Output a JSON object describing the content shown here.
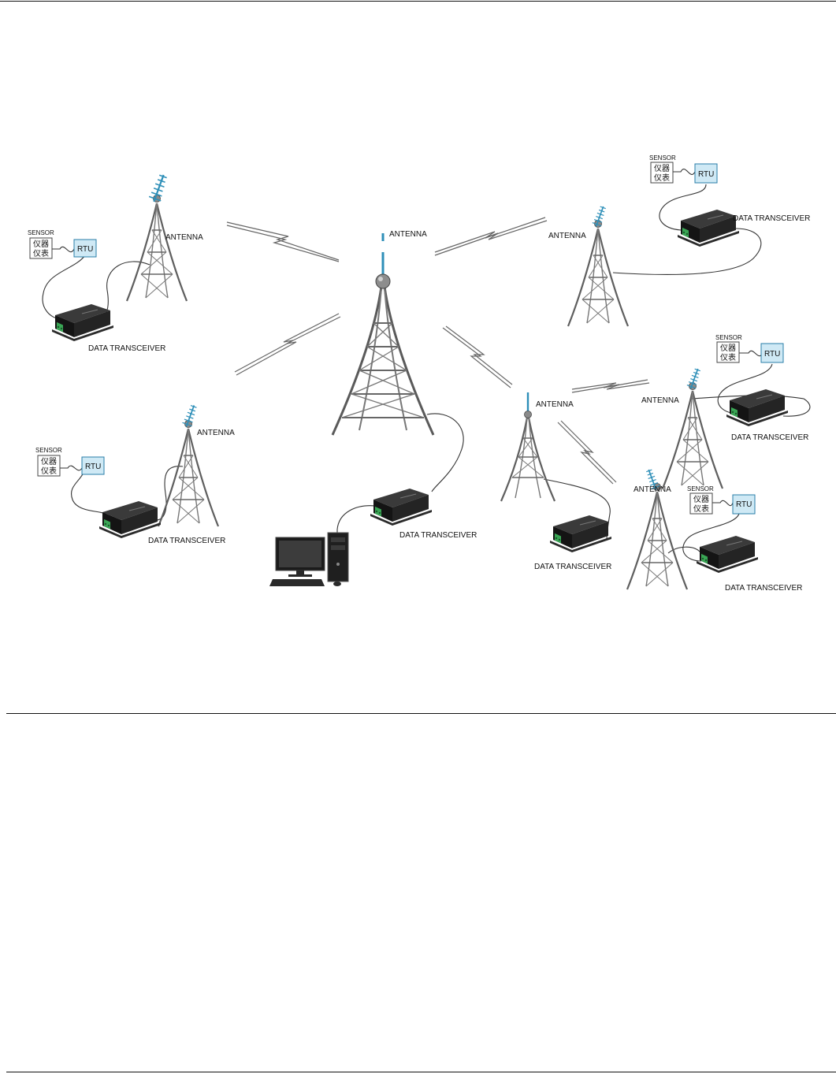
{
  "diagram": {
    "labels": {
      "antenna": "ANTENNA",
      "data_transceiver": "DATA TRANSCEIVER",
      "sensor": "SENSOR",
      "rtu": "RTU",
      "instrument_line1": "仪器",
      "instrument_line2": "仪表"
    },
    "colors": {
      "antenna_accent": "#2e8fb8",
      "rtu_fill": "#cfe9f5",
      "rtu_border": "#2a7ea8",
      "tower": "#5f5f5f",
      "device_body": "#1f1f1f",
      "terminal_green": "#3aa655"
    }
  }
}
